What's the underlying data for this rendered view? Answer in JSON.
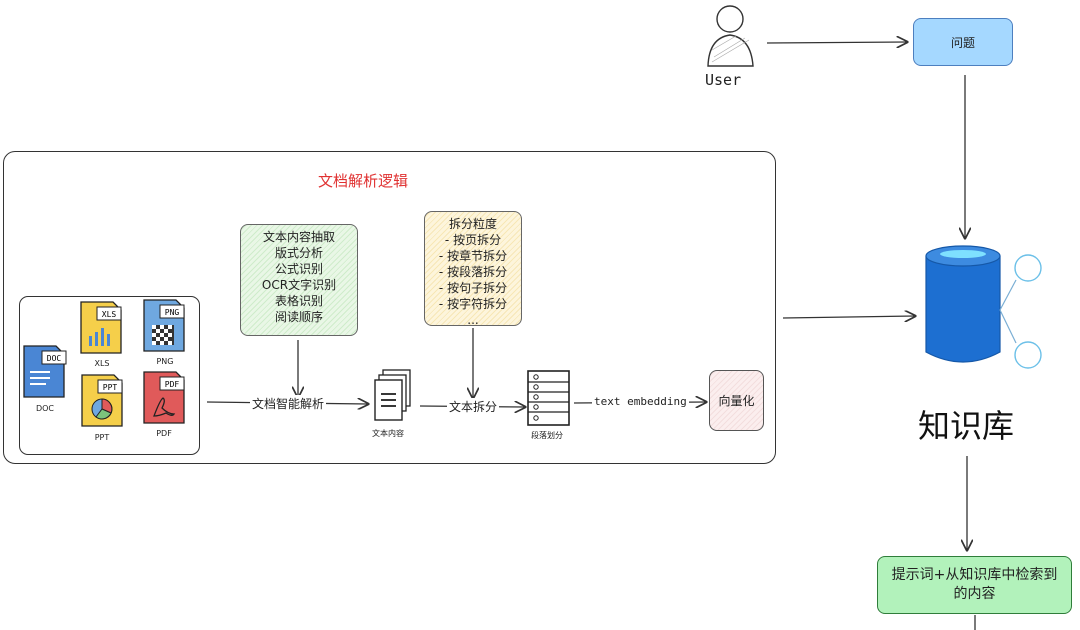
{
  "frame": {
    "title": "文档解析逻辑"
  },
  "files": [
    {
      "tag": "DOC",
      "caption": "DOC",
      "color": "#4a86d4"
    },
    {
      "tag": "XLS",
      "caption": "XLS",
      "color": "#f5cf4a"
    },
    {
      "tag": "PNG",
      "caption": "PNG",
      "color": "#6fa8e0"
    },
    {
      "tag": "PPT",
      "caption": "PPT",
      "color": "#f5cf4a"
    },
    {
      "tag": "PDF",
      "caption": "PDF",
      "color": "#e05a5a"
    }
  ],
  "parse_note": {
    "lines": [
      "文本内容抽取",
      "版式分析",
      "公式识别",
      "OCR文字识别",
      "表格识别",
      "阅读顺序"
    ]
  },
  "split_note": {
    "lines": [
      "拆分粒度",
      "- 按页拆分",
      "- 按章节拆分",
      "- 按段落拆分",
      "- 按句子拆分",
      "- 按字符拆分",
      "..."
    ]
  },
  "flow": {
    "parse_label": "文档智能解析",
    "text_content_caption": "文本内容",
    "split_label": "文本拆分",
    "paragraph_caption": "段落划分",
    "embedding_label": "text embedding",
    "vectorize_label": "向量化"
  },
  "user": {
    "label": "User"
  },
  "question": {
    "label": "问题"
  },
  "knowledge_base": {
    "title": "知识库",
    "color": "#1d6fd1"
  },
  "prompt_box": {
    "line1": "提示词+从知识库中检索到",
    "line2": "的内容"
  }
}
